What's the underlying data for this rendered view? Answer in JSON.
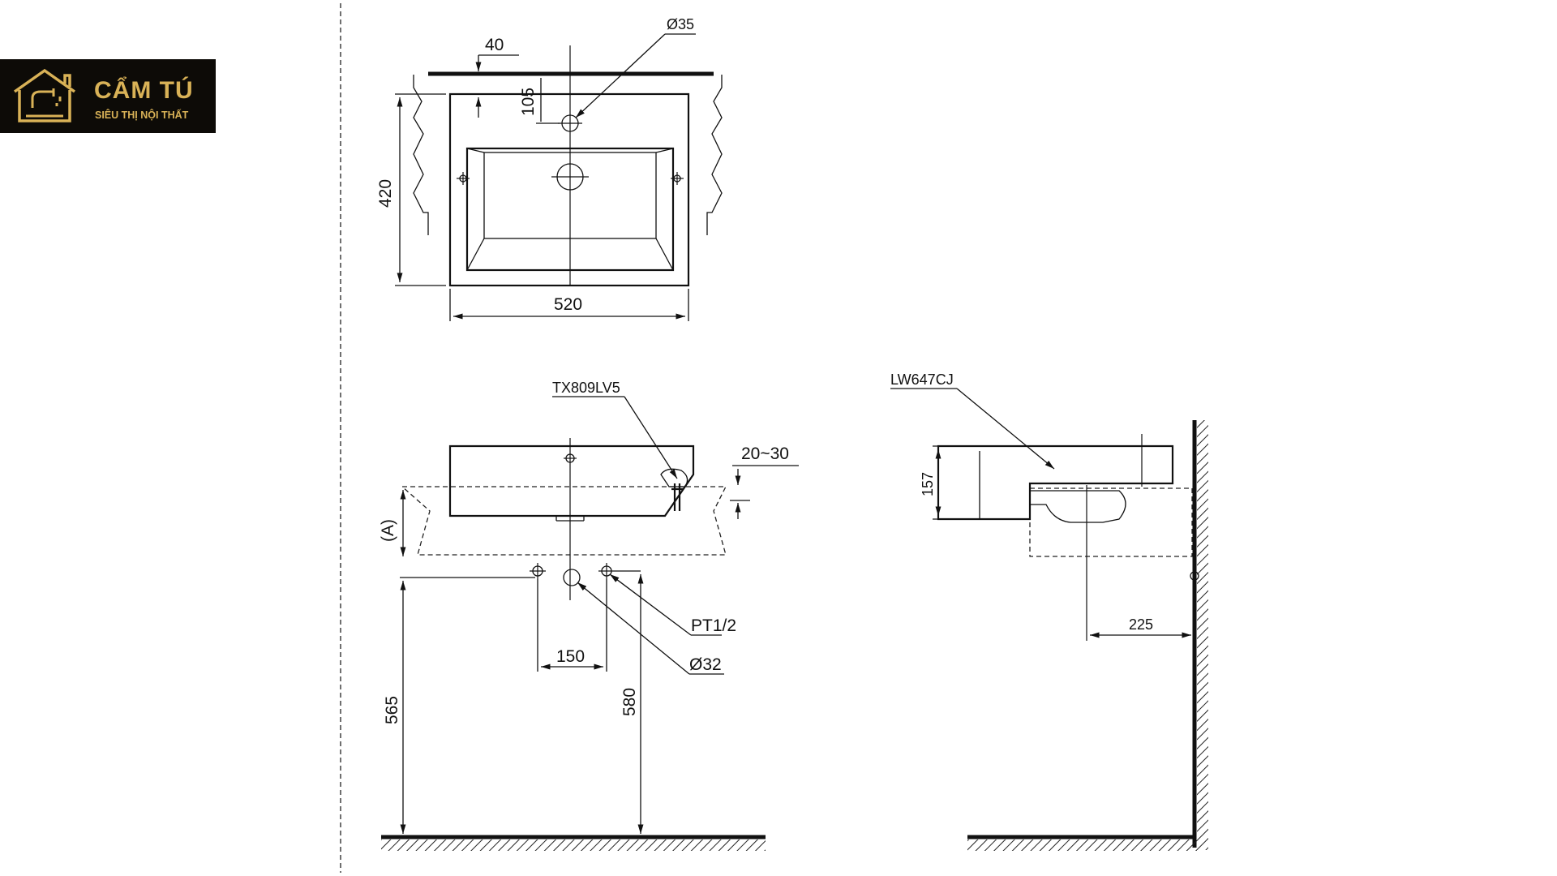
{
  "logo": {
    "brand": "CẨM TÚ",
    "tagline": "SIÊU THỊ NỘI THẤT",
    "brand_color": "#d9b257",
    "background": "#0d0b07",
    "icon": "house-faucet-icon"
  },
  "top_view": {
    "dim_wall_offset": "40",
    "dim_tap_hole_from_back": "105",
    "tap_hole_diameter": "Ø35",
    "depth": "420",
    "width": "520"
  },
  "front_view": {
    "faucet_model": "TX809LV5",
    "counter_thickness": "20~30",
    "counter_height_note": "(A)",
    "supply_thread": "PT1/2",
    "drain_diameter": "Ø32",
    "supply_spacing": "150",
    "supply_height": "565",
    "drain_height": "580"
  },
  "side_view": {
    "basin_model": "LW647CJ",
    "basin_height": "157",
    "drain_from_wall": "225"
  }
}
